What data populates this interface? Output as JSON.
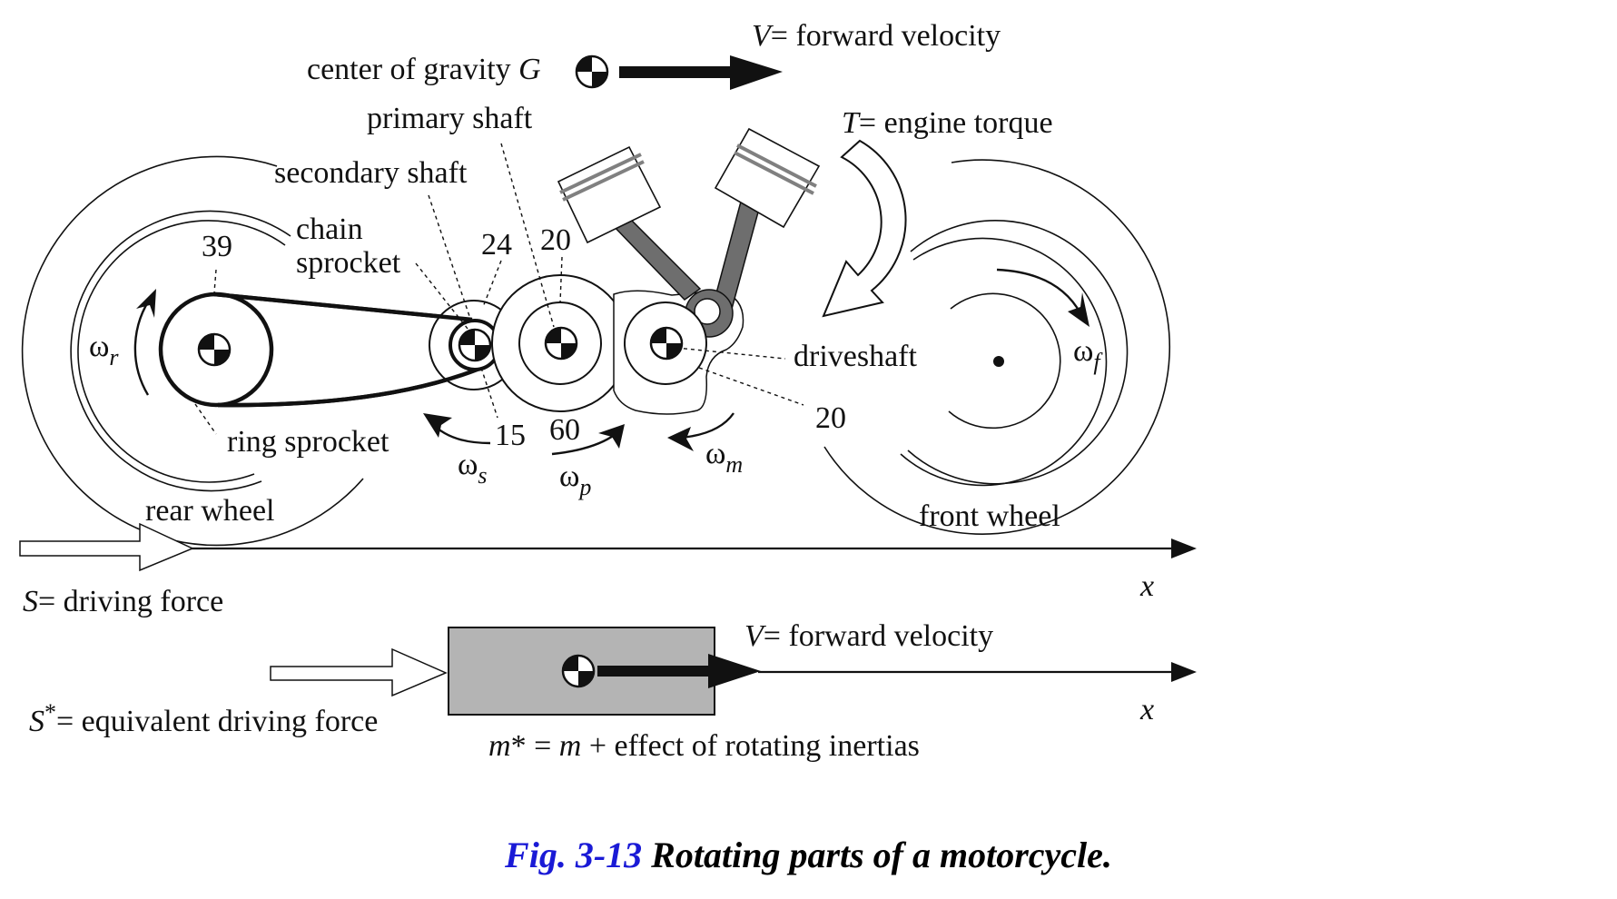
{
  "labels": {
    "center_of_gravity": "center of gravity",
    "G": "G",
    "V_top": "V",
    "forward_velocity": "= forward velocity",
    "primary_shaft": "primary shaft",
    "secondary_shaft": "secondary shaft",
    "chain": "chain",
    "sprocket": "sprocket",
    "T": "T",
    "engine_torque": "= engine torque",
    "driveshaft": "driveshaft",
    "ring_sprocket": "ring sprocket",
    "rear_wheel": "rear wheel",
    "front_wheel": "front wheel",
    "S": "S",
    "driving_force": "= driving force",
    "S_star": "S",
    "star": "*",
    "equivalent_driving_force": "= equivalent driving force",
    "V_bottom": "V",
    "forward_velocity_bottom": "= forward velocity",
    "m_star": "m",
    "m_star_rest": "* = ",
    "m": "m",
    "m_rest": " + effect of rotating inertias",
    "x_axis_top": "x",
    "x_axis_bottom": "x"
  },
  "teeth": {
    "ring_sprocket": "39",
    "secondary_large": "24",
    "primary_small": "20",
    "chain_sprocket": "15",
    "primary_large": "60",
    "driveshaft_gear": "20"
  },
  "angular_velocities": {
    "rear": {
      "symbol": "ω",
      "sub": "r"
    },
    "secondary": {
      "symbol": "ω",
      "sub": "s"
    },
    "primary": {
      "symbol": "ω",
      "sub": "p"
    },
    "engine": {
      "symbol": "ω",
      "sub": "m"
    },
    "front": {
      "symbol": "ω",
      "sub": "f"
    }
  },
  "caption": {
    "figure_number": "Fig. 3-13",
    "title": "Rotating parts of a motorcycle."
  },
  "colors": {
    "caption_number": "#1a1ad6",
    "mass_box_fill": "#b4b4b4",
    "conrod_fill": "#6e6e6e",
    "piston_ring": "#808080"
  }
}
